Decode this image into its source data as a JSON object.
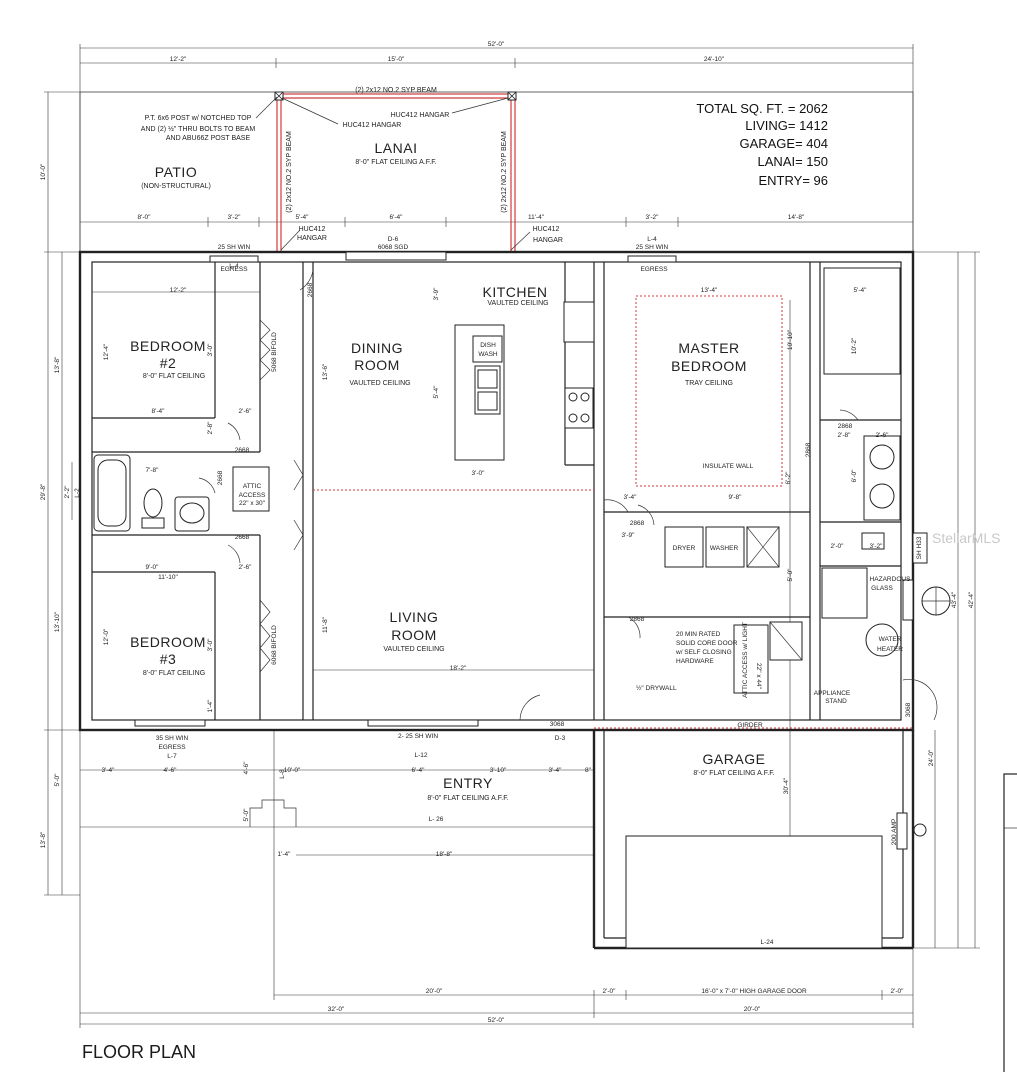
{
  "totals": {
    "total": "TOTAL SQ. FT. =  2062",
    "living": "LIVING= 1412",
    "garage": "GARAGE= 404",
    "lanai": "LANAI= 150",
    "entry": "ENTRY= 96"
  },
  "title": "FLOOR PLAN",
  "watermark": "StellarMLS",
  "rooms": {
    "patio": {
      "name": "PATIO",
      "sub": "(NON-STRUCTURAL)"
    },
    "lanai": {
      "name": "LANAI",
      "sub": "8'-0\" FLAT CEILING A.F.F."
    },
    "kitchen": {
      "name": "KITCHEN",
      "sub": "VAULTED CEILING"
    },
    "dining": {
      "name1": "DINING",
      "name2": "ROOM",
      "sub": "VAULTED CEILING"
    },
    "bed2": {
      "name1": "BEDROOM",
      "name2": "#2",
      "sub": "8'-0\" FLAT CEILING"
    },
    "bed3": {
      "name1": "BEDROOM",
      "name2": "#3",
      "sub": "8'-0\" FLAT CEILING"
    },
    "master": {
      "name1": "MASTER",
      "name2": "BEDROOM",
      "sub": "TRAY CEILING"
    },
    "living": {
      "name1": "LIVING",
      "name2": "ROOM",
      "sub": "VAULTED CEILING"
    },
    "entry": {
      "name": "ENTRY",
      "sub": "8'-0\" FLAT CEILING A.F.F."
    },
    "garage": {
      "name": "GARAGE",
      "sub": "8'-0\" FLAT CEILING A.F.F."
    }
  },
  "notes": {
    "post1": "P.T. 6x6 POST w/ NOTCHED TOP",
    "post2": "AND (2) ½\" THRU BOLTS TO BEAM",
    "post3": "AND ABU66Z POST BASE",
    "beam": "(2) 2x12 NO.2 SYP BEAM",
    "beam_v": "(2) 2x12 NO.2 SYP BEAM",
    "huc1": "HUC412 HANGAR",
    "huc2": "HUC412 HANGAR",
    "huc3": "HUC412",
    "huc3b": "HANGAR",
    "huc4": "HUC412",
    "huc4b": "HANGAR",
    "win_l4a": "L-4",
    "win_25a": "25 SH WIN",
    "win_l4b": "L-4",
    "win_25b": "25 SH WIN",
    "d6": "D-6",
    "sgd": "6068 SGD",
    "egress1": "EGRESS",
    "egress2": "EGRESS",
    "dishwash1": "DISH",
    "dishwash2": "WASH",
    "attic1": "ATTIC",
    "attic2": "ACCESS",
    "attic3": "22\" x 30\"",
    "insulate": "INSULATE WALL",
    "bifold1": "5068 BIFOLD",
    "bifold2": "6068 BIFOLD",
    "d2668a": "2668",
    "d2668b": "2668",
    "d2668c": "2668",
    "d2668d": "2668",
    "d2868a": "2868",
    "d2868b": "2868",
    "d2868c": "2868",
    "d2868d": "2868",
    "d3068a": "3068",
    "d3068b": "3068",
    "d3": "D-3",
    "dryer": "DRYER",
    "washer": "WASHER",
    "firedoor1": "20 MIN RATED",
    "firedoor2": "SOLID CORE DOOR",
    "firedoor3": "w/ SELF CLOSING",
    "firedoor4": "HARDWARE",
    "drywall": "½\" DRYWALL",
    "appliance1": "APPLIANCE",
    "appliance2": "STAND",
    "heater1": "WATER",
    "heater2": "HEATER",
    "hazard1": "HAZARDOUS",
    "hazard2": "GLASS",
    "shwin": "SH H33",
    "girder": "GIRDER",
    "amp": "200 AMP",
    "win35a": "35 SH WIN",
    "win35b": "EGRESS",
    "win35c": "L-7",
    "win25c": "2- 25 SH WIN",
    "l12": "L-12",
    "l26": "L- 26",
    "l24": "L-24",
    "l2": "L-2",
    "l8": "L-8",
    "garagedoor": "16'-0\" x 7'-0\" HIGH GARAGE DOOR",
    "attic_access": "ATTIC ACCESS w/ LIGHT",
    "attic_size": "22\" x 44\""
  },
  "dims": {
    "overall_top": "52'-0\"",
    "overall_bottom": "52'-0\"",
    "top_a": "12'-2\"",
    "top_b": "15'-0\"",
    "top_c": "24'-10\"",
    "row2_a": "8'-0\"",
    "row2_b": "3'-2\"",
    "row2_c": "5'-4\"",
    "row2_d": "6'-4\"",
    "row2_e": "11'-4\"",
    "row2_f": "3'-2\"",
    "row2_g": "14'-8\"",
    "left_lanai": "10'-0\"",
    "left_a": "13'-8\"",
    "left_b": "29'-8\"",
    "left_c": "2'-2\"",
    "left_d": "13'-10\"",
    "left_e": "5'-0\"",
    "left_f": "13'-8\"",
    "right_a": "43'-4\"",
    "right_b": "42'-4\"",
    "right_c": "24'-0\"",
    "b2_w": "12'-2\"",
    "b2_h": "12'-4\"",
    "b2_a": "8'-4\"",
    "b2_b": "2'-6\"",
    "b2_c": "2'-8\"",
    "b2_d": "3'-0\"",
    "bath_w": "7'-8\"",
    "b3_a": "9'-0\"",
    "b3_b": "11'-10\"",
    "b3_h": "12'-0\"",
    "b3_c": "2'-6\"",
    "b3_d": "3'-0\"",
    "b3_e": "1'-4\"",
    "dining_h": "13'-6\"",
    "living_h": "11'-8\"",
    "living_w": "18'-2\"",
    "island_w": "3'-0\"",
    "island_h": "5'-4\"",
    "kit_a": "3'-9\"",
    "master_w": "13'-4\"",
    "master_h": "10'-10\"",
    "mb_a": "5'-4\"",
    "mb_b": "10'-2\"",
    "mb_c": "2'-8\"",
    "mb_d": "6'-2\"",
    "mb_e": "6'-0\"",
    "mb_f": "2'-6\"",
    "mb_g": "2'-0\"",
    "mb_h": "3'-2\"",
    "laundry_a": "3'-4\"",
    "laundry_b": "9'-8\"",
    "laundry_c": "3'-9\"",
    "laundry_d": "5'-0\"",
    "ent_a": "3'-4\"",
    "ent_b": "4'-6\"",
    "ent_c": "4'-6\"",
    "ent_d": "10'-0\"",
    "ent_e": "6'-4\"",
    "ent_f": "3'-10\"",
    "ent_g": "3'-4\"",
    "ent_h": "8\"",
    "ent_i": "1'-4\"",
    "ent_j": "18'-8\"",
    "ent_k": "5'-0\"",
    "garage_h": "30'-4\"",
    "bot_a": "20'-0\"",
    "bot_b": "2'-0\"",
    "bot_c": "2'-0\"",
    "bot_d": "20'-0\"",
    "bot_e": "32'-0\""
  }
}
